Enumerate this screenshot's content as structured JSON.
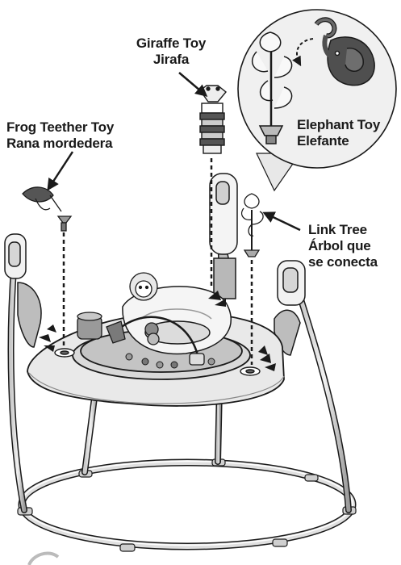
{
  "labels": {
    "giraffe": {
      "en": "Giraffe Toy",
      "es": "Jirafa"
    },
    "frog": {
      "en": "Frog Teether Toy",
      "es": "Rana mordedera"
    },
    "elephant": {
      "en": "Elephant Toy",
      "es": "Elefante"
    },
    "link_tree": {
      "en": "Link Tree",
      "es_line1": "Árbol que",
      "es_line2": "se conecta"
    }
  },
  "colors": {
    "outline": "#1a1a1a",
    "light_gray": "#e6e6e6",
    "mid_gray": "#a8a8a8",
    "dark_gray": "#555555",
    "callout_fill": "#f0f0f0"
  }
}
